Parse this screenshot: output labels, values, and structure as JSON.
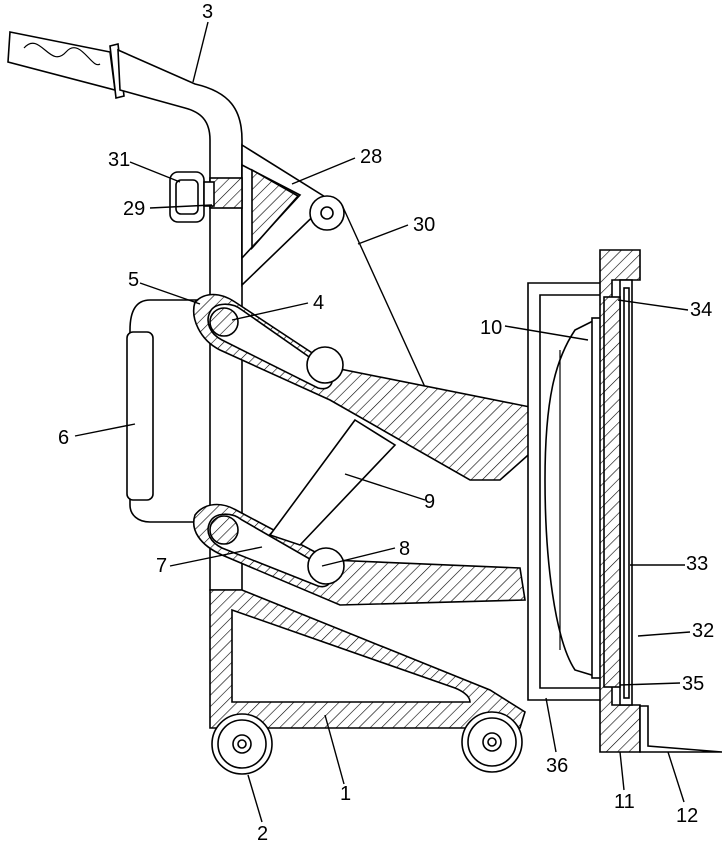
{
  "labels": {
    "l1": "1",
    "l2": "2",
    "l3": "3",
    "l4": "4",
    "l5": "5",
    "l6": "6",
    "l7": "7",
    "l8": "8",
    "l9": "9",
    "l10": "10",
    "l11": "11",
    "l12": "12",
    "l28": "28",
    "l29": "29",
    "l30": "30",
    "l31": "31",
    "l32": "32",
    "l33": "33",
    "l34": "34",
    "l35": "35",
    "l36": "36"
  }
}
